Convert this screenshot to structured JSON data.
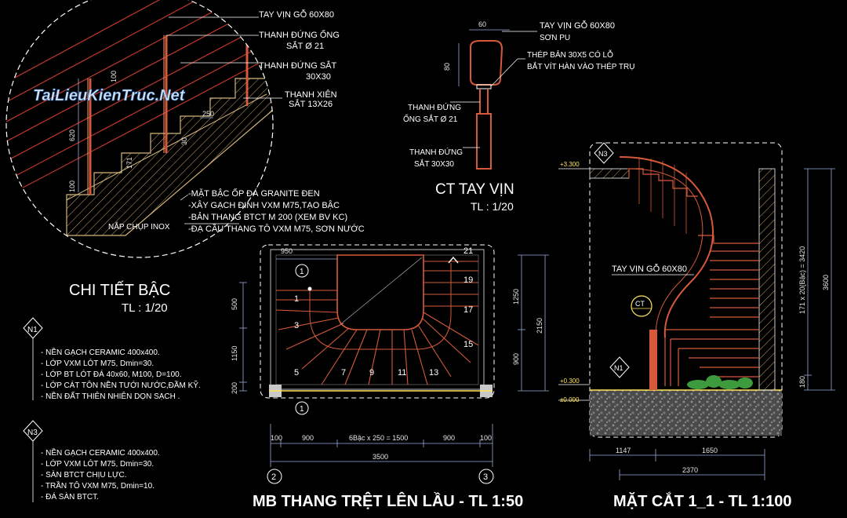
{
  "detail": {
    "title": "CHI TIẾT BẬC",
    "scale": "TL : 1/20",
    "labels": {
      "handrail": "TAY VỊN GỖ 60X80",
      "post_tube_1": "THANH ĐỨNG  ỐNG",
      "post_tube_2": "SẮT Ø 21",
      "post_iron_1": "THANH ĐỨNG  SẮT",
      "post_iron_2": "30X30",
      "slant_1": "THANH XIÊN",
      "slant_2": "SẮT 13X26",
      "cap": "NẮP CHỤP INOX"
    },
    "layers": [
      "-MẶT BẬC ỐP ĐÁ GRANITE ĐEN",
      "-XÂY GẠCH ĐINH VXM M75,TẠO BẬC",
      "-BẢN THANG BTCT M 200 (XEM BV KC)",
      "-ĐẠ CẦU THANG TÔ VXM M75, SƠN NƯỚC"
    ],
    "dims": {
      "d100a": "100",
      "d620": "620",
      "d100b": "100",
      "d250": "250",
      "d171": "171",
      "d30": "30"
    }
  },
  "watermark": "TaiLieuKienTruc.Net",
  "notes": {
    "n1": {
      "tag": "N1",
      "items": [
        "- NỀN GẠCH CERAMIC 400x400.",
        "- LỚP VXM LÓT M75, Dmin=30.",
        "- LỚP BT LÓT ĐÁ 40x60, M100, D=100.",
        "- LỚP CÁT TÔN NỀN TƯỚI NƯỚC,ĐẦM KỸ.",
        "- NỀN ĐẤT THIÊN NHIÊN DỌN SẠCH ."
      ]
    },
    "n3": {
      "tag": "N3",
      "items": [
        "- NỀN GẠCH CERAMIC 400x400.",
        "- LỚP VXM LÓT M75, Dmin=30.",
        "- SÀN BTCT CHỊU LỰC.",
        "- TRẦN TÔ VXM M75, Dmin=10.",
        "- ĐÁ SÀN BTCT."
      ]
    }
  },
  "handrail_detail": {
    "title": "CT TAY VỊN",
    "scale": "TL : 1/20",
    "labels": {
      "rail_1": "TAY VỊN GỖ 60X80",
      "rail_2": "SƠN PU",
      "plate_1": "THÉP BẢN 30X5 CÓ LỖ",
      "plate_2": "BẮT VÍT HÀN VÀO THÉP TRỤ",
      "tube_1": "THANH ĐỨNG",
      "tube_2": "ỐNG SẮT Ø 21",
      "iron_1": "THANH ĐỨNG",
      "iron_2": "SẮT 30X30"
    },
    "dims": {
      "w": "60",
      "h": "80"
    }
  },
  "plan": {
    "title": "MB THANG TRỆT LÊN LẦU - TL 1:50",
    "step_numbers": [
      "1",
      "3",
      "5",
      "7",
      "9",
      "11",
      "13",
      "15",
      "17",
      "19",
      "21"
    ],
    "dims": {
      "top": "950",
      "b100a": "100",
      "b900a": "900",
      "bstep": "6Bậc x 250 = 1500",
      "b900b": "900",
      "b100b": "100",
      "total": "3500",
      "left500": "500",
      "left1150": "1150",
      "left200": "200",
      "right1250": "1250",
      "right900": "900",
      "right2150": "2150"
    },
    "axes": {
      "a1": "1",
      "a2": "2",
      "a3": "3"
    }
  },
  "section": {
    "title": "MẶT CẮT 1_1 - TL 1:100",
    "handrail_label": "TAY VỊN GỖ 60X80",
    "tag_n3": "N3",
    "tag_n1": "N1",
    "tag_ct": "CT",
    "levels": {
      "top": "+3.300",
      "mid": "+0.300",
      "zero": "±0.000"
    },
    "dims": {
      "d1147": "1147",
      "d1650": "1650",
      "d2370": "2370",
      "d3420": "171 x 20(Bậc) = 3420",
      "d3600": "3600",
      "d180": "180"
    }
  }
}
